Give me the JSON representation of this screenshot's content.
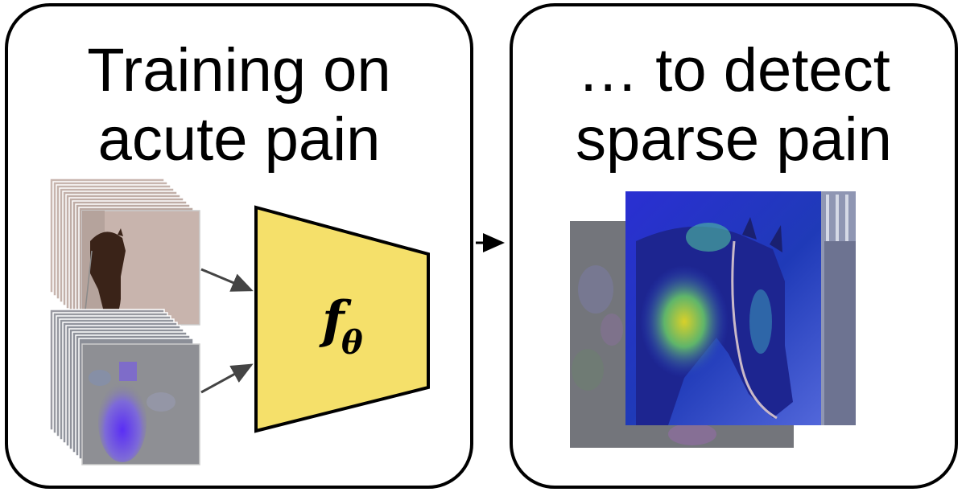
{
  "left_panel": {
    "title_line1": "Training on",
    "title_line2": "acute pain"
  },
  "right_panel": {
    "title_line1": "… to detect",
    "title_line2": "sparse pain"
  },
  "model": {
    "symbol": "f",
    "subscript": "θ",
    "fill_color": "#f5e06a"
  },
  "colors": {
    "border": "#000000",
    "arrow": "#444444",
    "connector_arrow": "#000000",
    "flow_purple": "#6a3cf0",
    "heatmap_blue": "#2a3bd6",
    "heatmap_yellow": "#d9d12a"
  }
}
